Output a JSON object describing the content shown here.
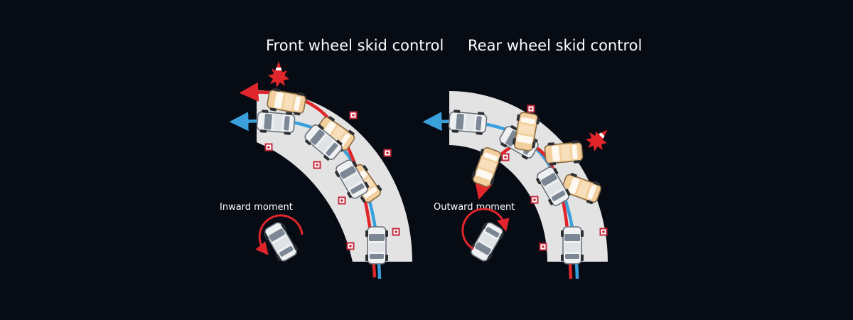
{
  "titles": {
    "front": "Front wheel skid control",
    "rear": "Rear wheel skid control"
  },
  "labels": {
    "inward": "Inward moment",
    "outward": "Outward moment"
  },
  "colors": {
    "background": "#060b14",
    "road": "#e3e3e3",
    "skid_path": "#e0262b",
    "controlled_path": "#3aa0dc",
    "uncontrolled_car": "#f2cf9c",
    "controlled_car": "#eef0f2",
    "marker": "#c5283d"
  },
  "icons": [
    "traffic-cone-icon",
    "impact-burst-icon",
    "road-marker-icon",
    "car-icon",
    "rotation-arrow-icon"
  ]
}
